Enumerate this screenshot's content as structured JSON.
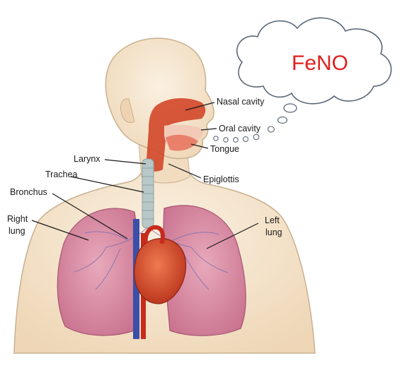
{
  "thought_bubble": {
    "text": "FeNO",
    "text_color": "#e0211e"
  },
  "labels": {
    "nasal_cavity": "Nasal cavity",
    "oral_cavity": "Oral cavity",
    "tongue": "Tongue",
    "larynx": "Larynx",
    "epiglottis": "Epiglottis",
    "trachea": "Trachea",
    "bronchus": "Bronchus",
    "right_lung_1": "Right",
    "right_lung_2": "lung",
    "left_lung_1": "Left",
    "left_lung_2": "lung"
  },
  "colors": {
    "skin": "#f4e3cc",
    "skin_outline": "#c9b08f",
    "lung": "#d88aa3",
    "airway": "#b8c8c8",
    "heart": "#d8452a",
    "nasal": "#d24a2c"
  }
}
